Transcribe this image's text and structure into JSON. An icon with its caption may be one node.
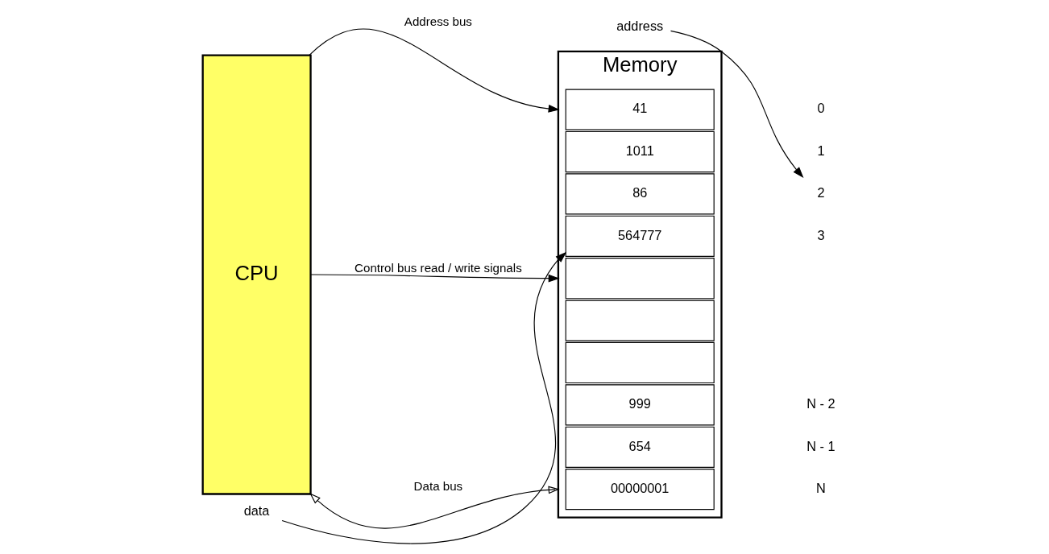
{
  "diagram": {
    "nodes": [
      {
        "text": [
          "CPU"
        ]
      },
      {
        "text": [
          "Memory"
        ]
      },
      {
        "text": [
          "41"
        ],
        "in": 1
      },
      {
        "text": [
          "1011"
        ],
        "in": 1
      },
      {
        "text": [
          "86"
        ],
        "in": 1
      },
      {
        "text": [
          "564777"
        ],
        "in": 1
      },
      {
        "text": [],
        "shape": "box",
        "in": 1
      },
      {
        "text": [],
        "shape": "box",
        "in": 1
      },
      {
        "text": [],
        "shape": "box",
        "in": 1
      },
      {
        "text": [
          "999"
        ],
        "in": 1
      },
      {
        "text": [
          "654"
        ],
        "in": 1
      },
      {
        "text": [
          "00000001"
        ],
        "in": 1
      },
      {
        "text": [
          "0"
        ]
      },
      {
        "text": [
          "1"
        ]
      },
      {
        "text": [
          "2"
        ]
      },
      {
        "text": [
          "3"
        ]
      },
      {
        "text": [
          "N - 2"
        ]
      },
      {
        "text": [
          "N - 1"
        ]
      },
      {
        "text": [
          "N"
        ]
      },
      {
        "text": [
          "address"
        ]
      },
      {
        "text": [
          "data"
        ]
      }
    ],
    "edges": [
      {
        "from": 0,
        "to": 1,
        "arrow": "to",
        "label": "Address bus"
      },
      {
        "from": 0,
        "to": 1,
        "arrow": "to",
        "label": "Control bus read / write signals"
      },
      {
        "from": 0,
        "to": 1,
        "arrow": "both",
        "label": "Data bus"
      },
      {
        "from": 19,
        "to": 14,
        "arrow": "to"
      },
      {
        "from": 20,
        "to": 5,
        "arrow": "to"
      }
    ]
  }
}
